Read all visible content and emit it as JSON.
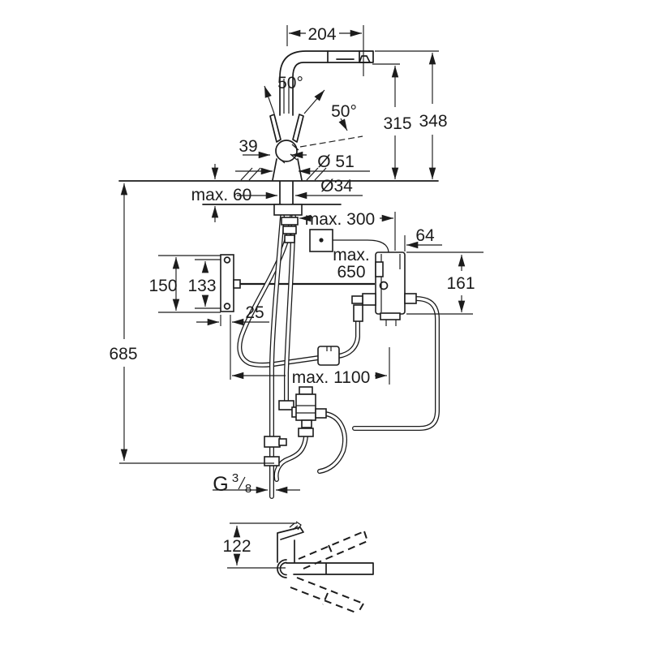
{
  "dimensions": {
    "spout_reach": "204",
    "swivel_angle": "50°",
    "lever_angle": "50°",
    "lever_width": "39",
    "body_diameter": "Ø 51",
    "hole_diameter": "Ø34",
    "deck_thickness": "max. 60",
    "height_spout_underside": "315",
    "height_spout_top": "348",
    "box_distance": "max. 300",
    "box_depth": "64",
    "cable_length_line1": "max.",
    "cable_length_line2": "650",
    "box_height": "161",
    "plate_height": "150",
    "plate_hole_spacing": "133",
    "plate_offset": "25",
    "height_below_deck": "685",
    "hose_length": "max. 1100",
    "thread_g": "G",
    "thread_numerator": "3",
    "thread_denominator": "8",
    "lever_clearance_height": "122"
  },
  "colors": {
    "line": "#1c1c1c",
    "background": "#ffffff"
  }
}
